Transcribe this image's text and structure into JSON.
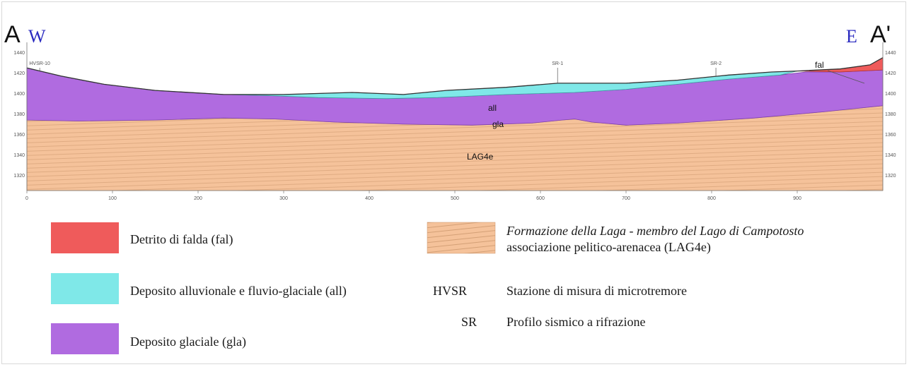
{
  "section": {
    "left_end": "A",
    "left_dir": "W",
    "right_end": "A'",
    "right_dir": "E",
    "dir_color": "#2b2bc0"
  },
  "stations": [
    {
      "label": "HVSR-10",
      "x": 15
    },
    {
      "label": "SR-1",
      "x": 620
    },
    {
      "label": "SR-2",
      "x": 805
    }
  ],
  "unit_labels": {
    "fal": "fal",
    "all": "all",
    "gla": "gla",
    "lag": "LAG4e"
  },
  "axis": {
    "x_ticks": [
      0,
      100,
      200,
      300,
      400,
      500,
      600,
      700,
      800,
      900
    ],
    "x_range": [
      0,
      1000
    ],
    "y_ticks": [
      1440,
      1420,
      1400,
      1380,
      1360,
      1340,
      1320
    ],
    "y_range": [
      1305,
      1450
    ]
  },
  "surfaces": {
    "topography": [
      [
        0,
        1425
      ],
      [
        40,
        1417
      ],
      [
        90,
        1409
      ],
      [
        150,
        1403
      ],
      [
        230,
        1399
      ],
      [
        300,
        1399
      ],
      [
        380,
        1401
      ],
      [
        440,
        1399
      ],
      [
        490,
        1403
      ],
      [
        560,
        1406
      ],
      [
        620,
        1410
      ],
      [
        700,
        1410
      ],
      [
        760,
        1413
      ],
      [
        820,
        1418
      ],
      [
        870,
        1421
      ],
      [
        900,
        1422
      ],
      [
        950,
        1424
      ],
      [
        985,
        1428
      ],
      [
        1000,
        1435
      ]
    ],
    "gla_top": [
      [
        0,
        1425
      ],
      [
        40,
        1417
      ],
      [
        90,
        1409
      ],
      [
        150,
        1403
      ],
      [
        230,
        1399
      ],
      [
        280,
        1398
      ],
      [
        340,
        1396
      ],
      [
        420,
        1395
      ],
      [
        480,
        1396
      ],
      [
        560,
        1399
      ],
      [
        640,
        1401
      ],
      [
        700,
        1404
      ],
      [
        760,
        1409
      ],
      [
        820,
        1414
      ],
      [
        880,
        1418
      ],
      [
        910,
        1421
      ],
      [
        950,
        1421
      ],
      [
        1000,
        1423
      ]
    ],
    "lag_top": [
      [
        0,
        1374
      ],
      [
        60,
        1373
      ],
      [
        150,
        1374
      ],
      [
        230,
        1376
      ],
      [
        290,
        1375
      ],
      [
        360,
        1372
      ],
      [
        440,
        1370
      ],
      [
        520,
        1369
      ],
      [
        590,
        1371
      ],
      [
        625,
        1374
      ],
      [
        640,
        1375
      ],
      [
        660,
        1372
      ],
      [
        700,
        1369
      ],
      [
        760,
        1371
      ],
      [
        850,
        1376
      ],
      [
        930,
        1382
      ],
      [
        1000,
        1388
      ]
    ],
    "fal_base": [
      [
        900,
        1422
      ],
      [
        950,
        1421
      ],
      [
        1000,
        1423
      ]
    ],
    "fal_top": [
      [
        900,
        1422
      ],
      [
        950,
        1424
      ],
      [
        985,
        1428
      ],
      [
        1000,
        1435
      ]
    ]
  },
  "legend": {
    "fal": {
      "label": "Detrito di falda (fal)",
      "color": "#ef5b5b"
    },
    "all": {
      "label": "Deposito alluvionale e fluvio-glaciale (all)",
      "color": "#7fe8e8"
    },
    "gla": {
      "label": "Deposito glaciale (gla)",
      "color": "#b06be0"
    },
    "lag": {
      "label_italic": "Formazione della Laga - membro del Lago di Campotosto",
      "label": "associazione pelitico-arenacea (LAG4e)",
      "color": "#f5c29a"
    },
    "hvsr": {
      "abbr": "HVSR",
      "label": "Stazione di misura di microtremore"
    },
    "sr": {
      "abbr": "SR",
      "label": "Profilo sismico a rifrazione"
    }
  }
}
